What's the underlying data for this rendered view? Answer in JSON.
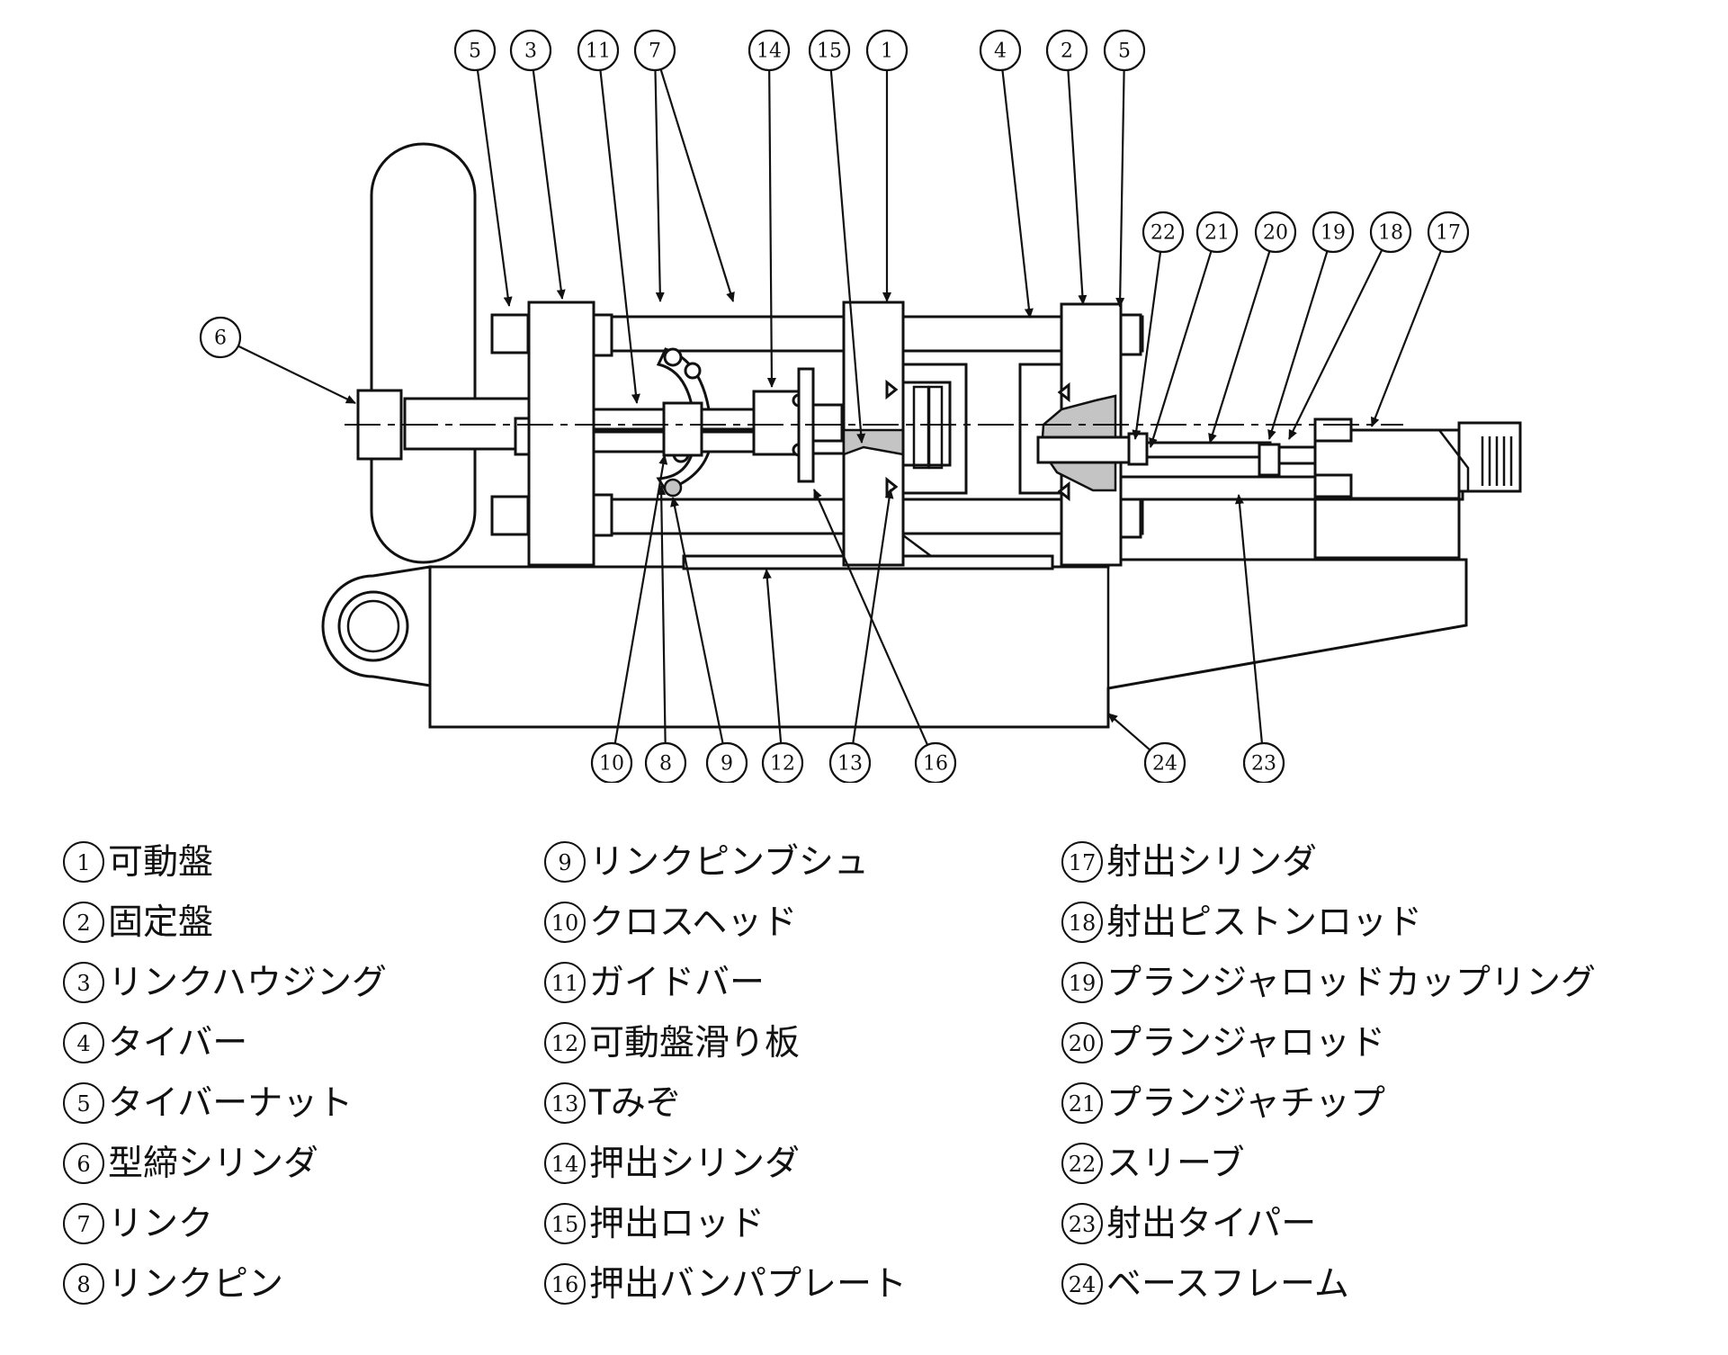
{
  "callouts": {
    "top": [
      {
        "num": "5",
        "targets": [
          [
            566,
            340
          ]
        ]
      },
      {
        "num": "3",
        "targets": [
          [
            625,
            332
          ]
        ]
      },
      {
        "num": "11",
        "targets": [
          [
            708,
            448
          ]
        ]
      },
      {
        "num": "7",
        "targets": [
          [
            734,
            335
          ],
          [
            815,
            335
          ]
        ]
      },
      {
        "num": "14",
        "targets": [
          [
            858,
            430
          ]
        ]
      },
      {
        "num": "15",
        "targets": [
          [
            958,
            492
          ]
        ]
      },
      {
        "num": "1",
        "targets": [
          [
            986,
            335
          ]
        ]
      },
      {
        "num": "4",
        "targets": [
          [
            1145,
            353
          ]
        ]
      },
      {
        "num": "2",
        "targets": [
          [
            1204,
            338
          ]
        ]
      },
      {
        "num": "5",
        "targets": [
          [
            1245,
            341
          ]
        ]
      }
    ],
    "injection": [
      {
        "num": "22",
        "targets": [
          [
            1262,
            488
          ]
        ]
      },
      {
        "num": "21",
        "targets": [
          [
            1279,
            497
          ]
        ]
      },
      {
        "num": "20",
        "targets": [
          [
            1345,
            492
          ]
        ]
      },
      {
        "num": "19",
        "targets": [
          [
            1411,
            488
          ]
        ]
      },
      {
        "num": "18",
        "targets": [
          [
            1433,
            488
          ]
        ]
      },
      {
        "num": "17",
        "targets": [
          [
            1525,
            474
          ]
        ]
      }
    ],
    "left": [
      {
        "num": "6",
        "targets": [
          [
            395,
            448
          ]
        ]
      }
    ],
    "bottom": [
      {
        "num": "10",
        "targets": [
          [
            739,
            506
          ]
        ]
      },
      {
        "num": "8",
        "targets": [
          [
            735,
            540
          ]
        ]
      },
      {
        "num": "9",
        "targets": [
          [
            748,
            553
          ]
        ]
      },
      {
        "num": "12",
        "targets": [
          [
            852,
            633
          ]
        ]
      },
      {
        "num": "13",
        "targets": [
          [
            990,
            544
          ]
        ]
      },
      {
        "num": "16",
        "targets": [
          [
            905,
            544
          ]
        ]
      },
      {
        "num": "24",
        "targets": [
          [
            1232,
            793
          ]
        ]
      },
      {
        "num": "23",
        "targets": [
          [
            1377,
            550
          ]
        ]
      }
    ]
  },
  "legend": {
    "columns": [
      [
        {
          "num": "1",
          "label": "可動盤"
        },
        {
          "num": "2",
          "label": "固定盤"
        },
        {
          "num": "3",
          "label": "リンクハウジング"
        },
        {
          "num": "4",
          "label": "タイバー"
        },
        {
          "num": "5",
          "label": "タイバーナット"
        },
        {
          "num": "6",
          "label": "型締シリンダ"
        },
        {
          "num": "7",
          "label": "リンク"
        },
        {
          "num": "8",
          "label": "リンクピン"
        }
      ],
      [
        {
          "num": "9",
          "label": "リンクピンブシュ"
        },
        {
          "num": "10",
          "label": "クロスヘッド"
        },
        {
          "num": "11",
          "label": "ガイドバー"
        },
        {
          "num": "12",
          "label": "可動盤滑り板"
        },
        {
          "num": "13",
          "label": "Tみぞ"
        },
        {
          "num": "14",
          "label": "押出シリンダ"
        },
        {
          "num": "15",
          "label": "押出ロッド"
        },
        {
          "num": "16",
          "label": "押出バンパプレート"
        }
      ],
      [
        {
          "num": "17",
          "label": "射出シリンダ"
        },
        {
          "num": "18",
          "label": "射出ピストンロッド"
        },
        {
          "num": "19",
          "label": "プランジャロッドカップリング"
        },
        {
          "num": "20",
          "label": "プランジャロッド"
        },
        {
          "num": "21",
          "label": "プランジャチップ"
        },
        {
          "num": "22",
          "label": "スリーブ"
        },
        {
          "num": "23",
          "label": "射出タイパー"
        },
        {
          "num": "24",
          "label": "ベースフレーム"
        }
      ]
    ]
  }
}
